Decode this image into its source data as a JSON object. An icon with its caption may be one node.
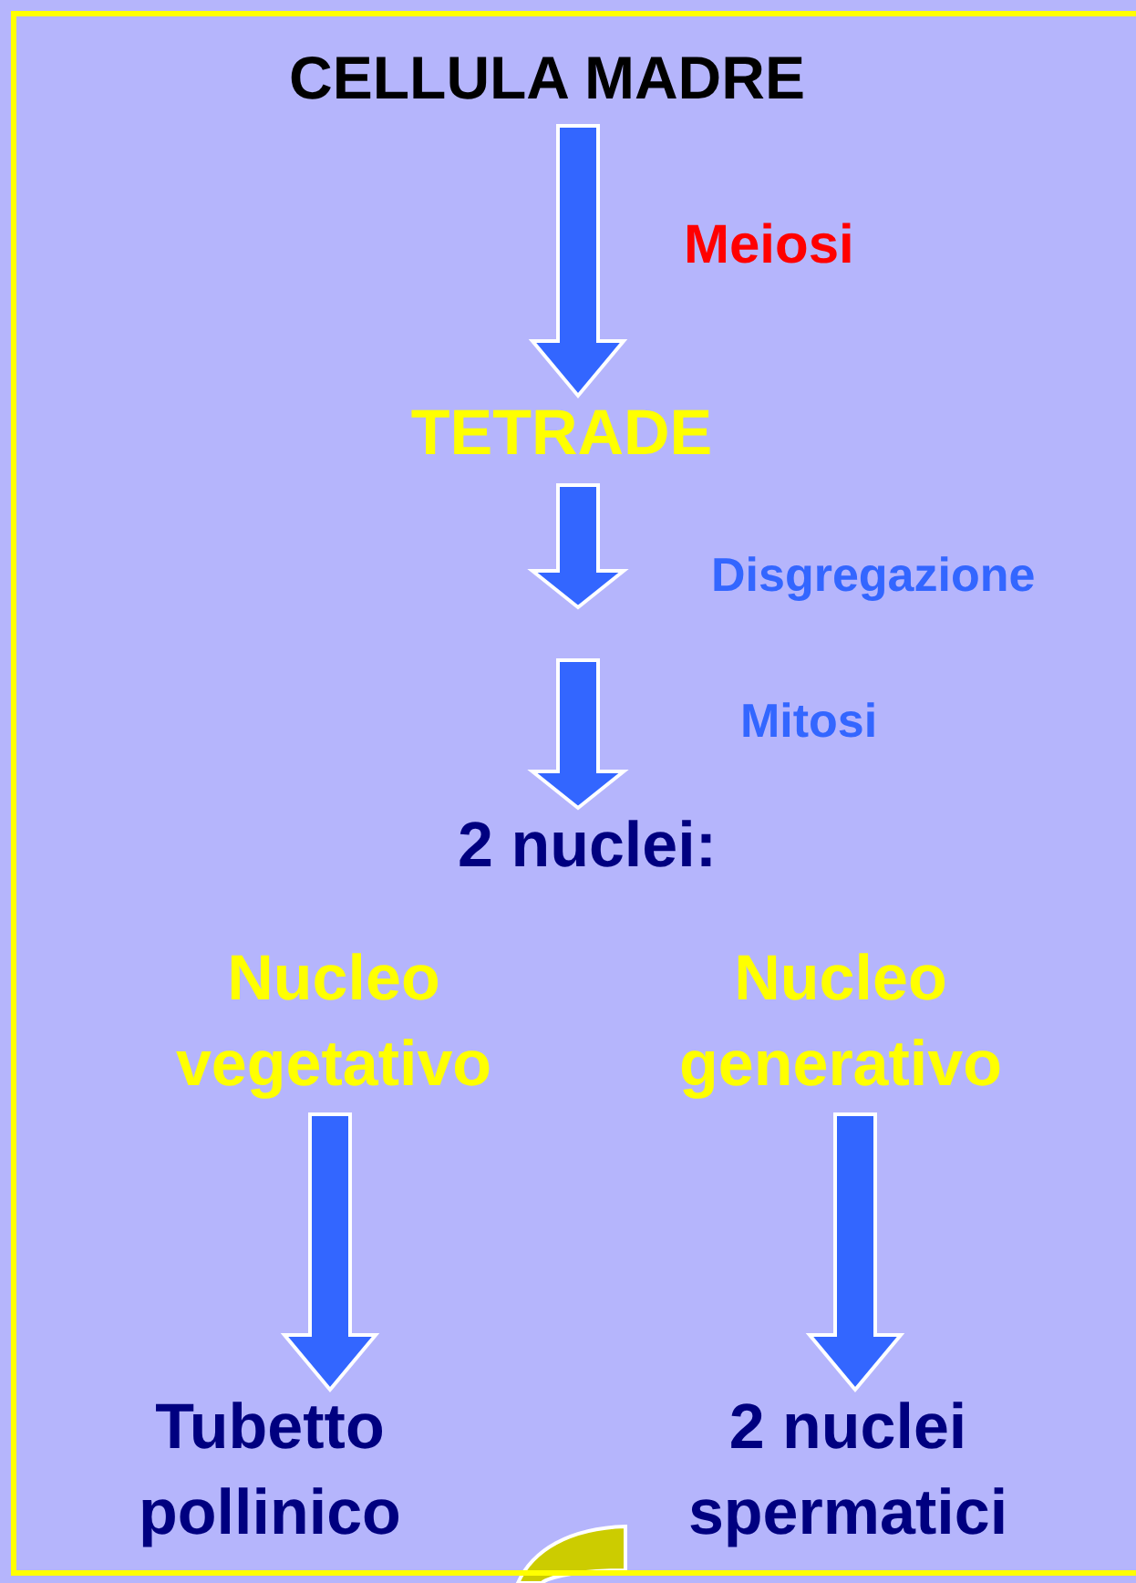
{
  "diagram": {
    "nodes": [
      {
        "text": [
          "CELLULA MADRE"
        ]
      },
      {
        "text": [
          "TETRADE"
        ]
      },
      {
        "text": [
          "2 nuclei:"
        ]
      },
      {
        "text": [
          "Nucleo vegetativo"
        ]
      },
      {
        "text": [
          "Nucleo generativo"
        ]
      },
      {
        "text": [
          "Tubetto pollinico"
        ]
      },
      {
        "text": [
          "2 nuclei spermatici"
        ]
      }
    ],
    "edges": [
      {
        "from": 0,
        "to": 1,
        "arrow": "to",
        "label": "Meiosi",
        "color": "#ff0000"
      },
      {
        "from": 1,
        "to": null,
        "arrow": "to",
        "label": "Disgregazione"
      },
      {
        "from": null,
        "to": 2,
        "arrow": "to",
        "label": "Mitosi"
      },
      {
        "from": 3,
        "to": 5,
        "arrow": "to"
      },
      {
        "from": 4,
        "to": 6,
        "arrow": "to"
      }
    ]
  }
}
